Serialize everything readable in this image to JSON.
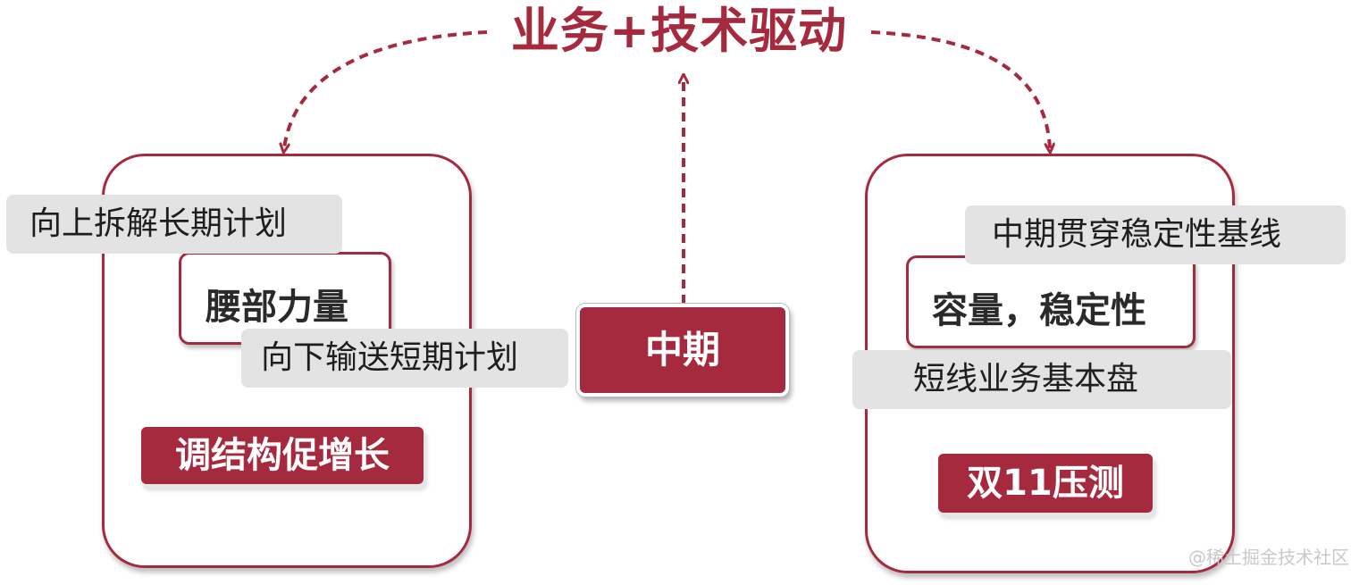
{
  "title": "业务+技术驱动",
  "center": {
    "label": "中期"
  },
  "left_panel": {
    "top_label": "向上拆解长期计划",
    "focus": "腰部力量",
    "bottom_label": "向下输送短期计划",
    "tag": "调结构促增长"
  },
  "right_panel": {
    "top_label": "中期贯穿稳定性基线",
    "focus": "容量，稳定性",
    "bottom_label": "短线业务基本盘",
    "tag": "双11压测"
  },
  "watermark": "@稀土掘金技术社区",
  "colors": {
    "accent": "#a62a3e",
    "label_bg": "#e3e3e3",
    "text": "#1e1e1e"
  }
}
